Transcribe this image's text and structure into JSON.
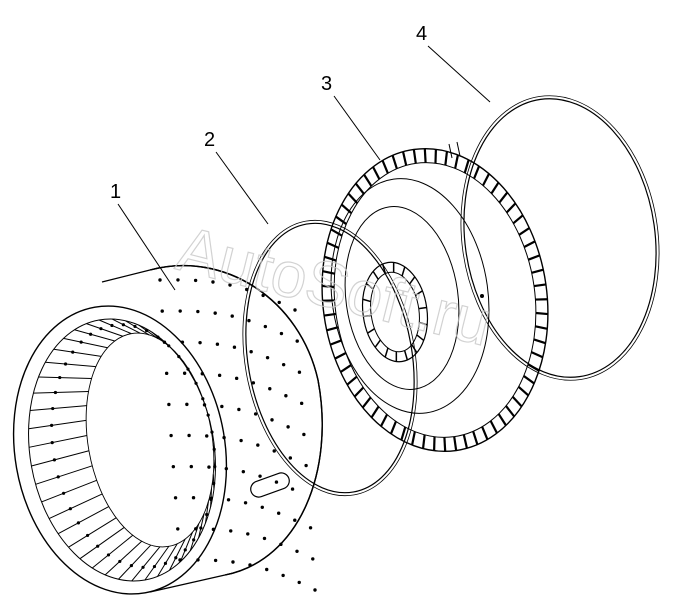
{
  "diagram": {
    "callouts": [
      {
        "id": "1",
        "label": "1"
      },
      {
        "id": "2",
        "label": "2"
      },
      {
        "id": "3",
        "label": "3"
      },
      {
        "id": "4",
        "label": "4"
      }
    ],
    "watermark": "AutoSoft.ru",
    "colors": {
      "background": "#ffffff",
      "linework": "#000000",
      "watermark": "#c8c8c8"
    }
  }
}
